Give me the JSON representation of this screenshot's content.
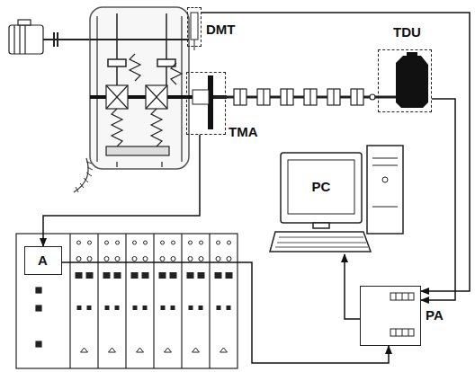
{
  "diagram": {
    "nodes": [
      {
        "text": [
          "DMT"
        ]
      },
      {
        "text": [
          "TDU"
        ]
      },
      {
        "text": [
          "TMA"
        ]
      },
      {
        "text": [
          "PC"
        ]
      },
      {
        "text": [
          "PA"
        ]
      },
      {
        "text": [
          "A"
        ]
      }
    ],
    "edges": [
      {
        "from": 0,
        "to": 4,
        "arrow": "to"
      },
      {
        "from": 1,
        "to": 4,
        "arrow": "to"
      },
      {
        "from": 2,
        "to": 5,
        "arrow": "to"
      },
      {
        "from": 5,
        "to": 4,
        "arrow": "to"
      },
      {
        "from": 4,
        "to": 3,
        "arrow": "to"
      }
    ]
  }
}
